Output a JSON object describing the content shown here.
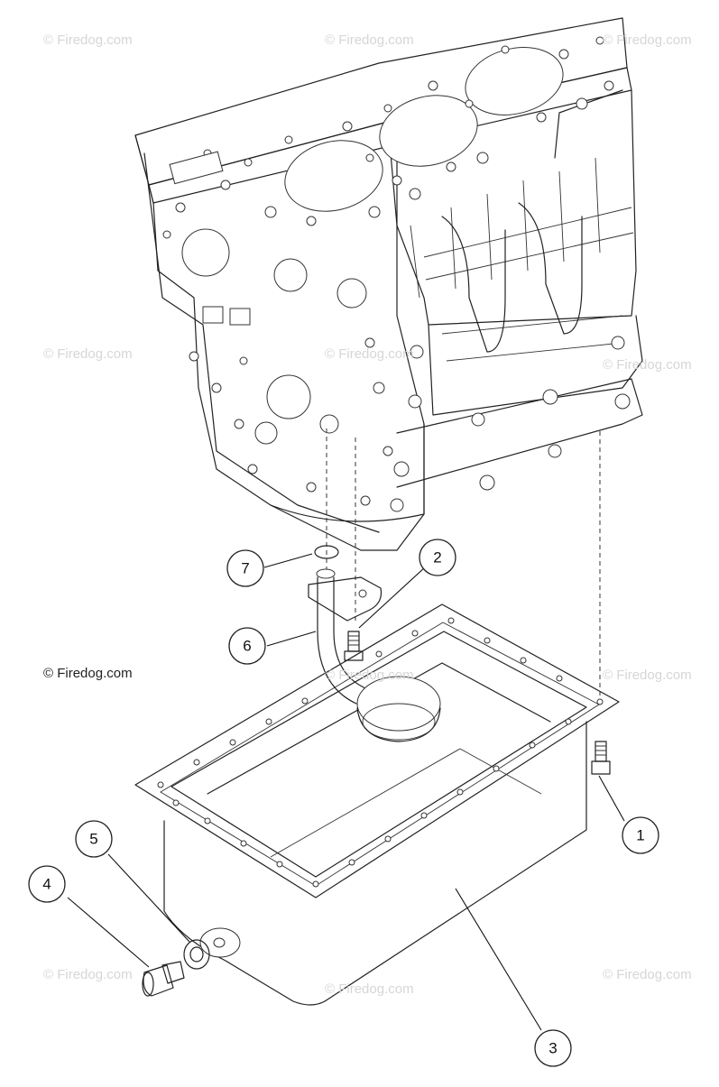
{
  "watermark": "© Firedog.com",
  "copyright": "© Firedog.com",
  "callouts": [
    {
      "id": "1",
      "label": "1"
    },
    {
      "id": "2",
      "label": "2"
    },
    {
      "id": "3",
      "label": "3"
    },
    {
      "id": "4",
      "label": "4"
    },
    {
      "id": "5",
      "label": "5"
    },
    {
      "id": "6",
      "label": "6"
    },
    {
      "id": "7",
      "label": "7"
    }
  ]
}
